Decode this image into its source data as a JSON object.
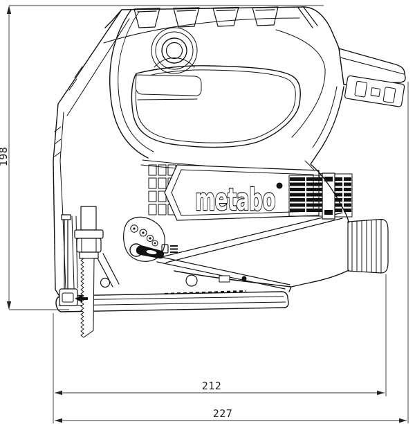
{
  "drawing": {
    "background_color": "#ffffff",
    "line_color": "#111111",
    "brand_text": "metabo",
    "logo_mark": "registered-trademark-dot",
    "subject": "jigsaw-side-view"
  },
  "dimensions": {
    "height": "198",
    "body_length": "212",
    "overall_length": "227"
  }
}
